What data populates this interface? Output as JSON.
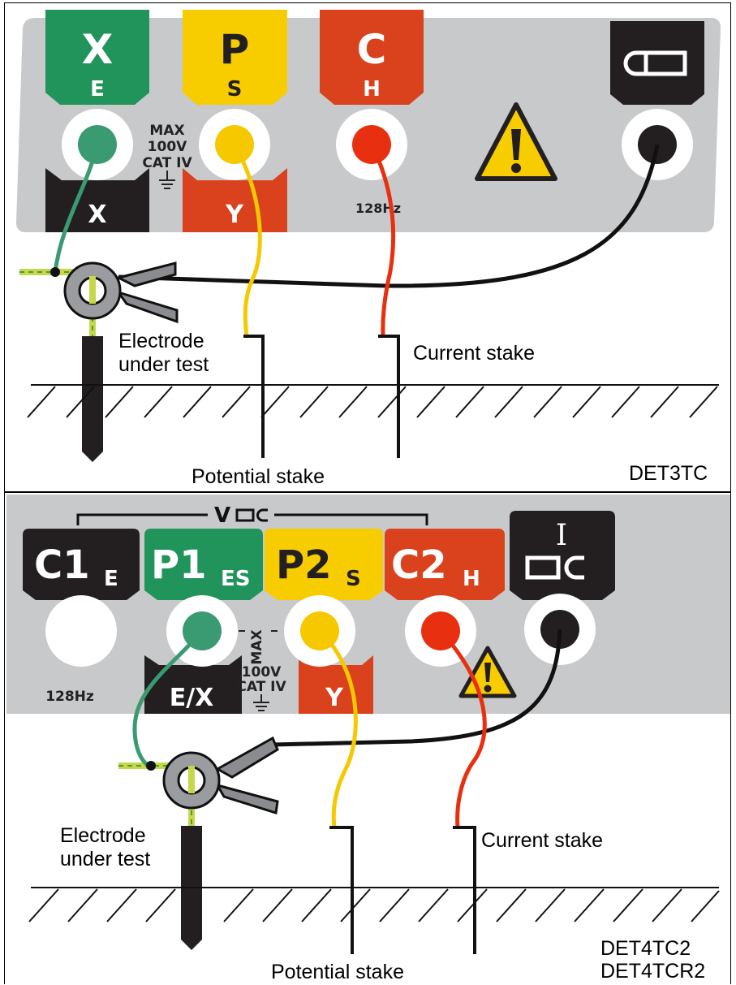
{
  "panel_top": {
    "terminals": [
      {
        "letter": "X",
        "sub": "E",
        "lower": "X"
      },
      {
        "letter": "P",
        "sub": "S",
        "lower": "Y"
      },
      {
        "letter": "C",
        "sub": "H"
      }
    ],
    "rating": {
      "line1": "MAX",
      "line2": "100V",
      "line3": "CAT IV"
    },
    "frequency": "128Hz",
    "labels": {
      "electrode_line1": "Electrode",
      "electrode_line2": "under test",
      "current_stake": "Current stake",
      "potential_stake": "Potential stake",
      "model": "DET3TC"
    }
  },
  "panel_bottom": {
    "bracket_label": "V",
    "clamp_label": "I",
    "terminals": [
      {
        "main": "C1",
        "sub": "E"
      },
      {
        "main": "P1",
        "sub": "ES",
        "lower": "E/X"
      },
      {
        "main": "P2",
        "sub": "S",
        "lower": "Y"
      },
      {
        "main": "C2",
        "sub": "H"
      }
    ],
    "rating": {
      "line1": "MAX",
      "line2": "100V",
      "line3": "CAT IV"
    },
    "frequency": "128Hz",
    "labels": {
      "electrode_line1": "Electrode",
      "electrode_line2": "under test",
      "current_stake": "Current stake",
      "potential_stake": "Potential stake",
      "model_line1": "DET4TC2",
      "model_line2": "DET4TCR2"
    }
  },
  "colors": {
    "panel": "#c8c9cb",
    "green": "#20945a",
    "yellow": "#f7cd00",
    "red": "#d9421c",
    "black": "#231f20",
    "lead_green": "#3a9a72",
    "lead_yellow": "#f5c800",
    "lead_red": "#e83010",
    "earth_strap": "#c6d84a"
  },
  "icons": [
    "warning-triangle-icon",
    "clamp-icon",
    "ground-symbol-icon"
  ]
}
